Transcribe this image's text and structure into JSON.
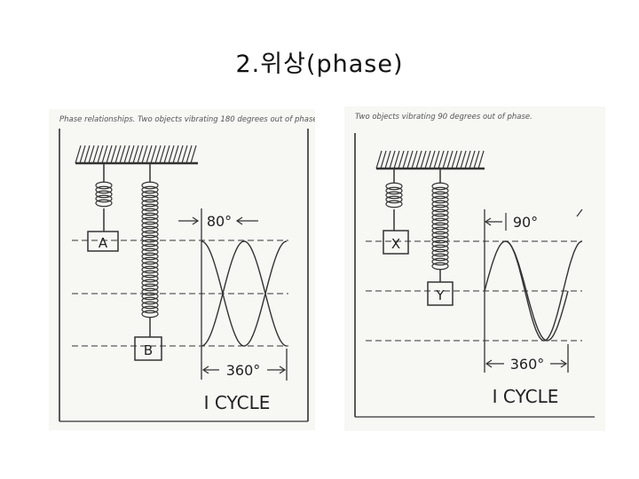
{
  "slide": {
    "title": "2.위상(phase)"
  },
  "left_figure": {
    "caption": "Phase relationships. Two objects vibrating 180 degrees out of phase.",
    "mass_top_label": "A",
    "mass_bottom_label": "B",
    "phase_label": "80°",
    "cycle_label": "360°",
    "cycle_caption": "I CYCLE"
  },
  "right_figure": {
    "caption": "Two objects vibrating 90 degrees out of phase.",
    "mass_top_label": "X",
    "mass_bottom_label": "Y",
    "phase_label": "90°",
    "cycle_label": "360°",
    "cycle_caption": "I CYCLE"
  }
}
